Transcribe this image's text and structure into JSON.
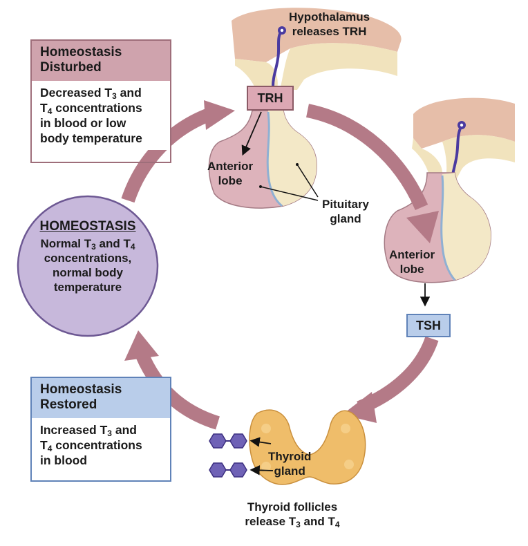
{
  "disturbed": {
    "title_line1": "Homeostasis",
    "title_line2": "Disturbed",
    "body_lines": [
      {
        "pre": "Decreased T",
        "sub": "3",
        "post": " and"
      },
      {
        "pre": "T",
        "sub": "4",
        "post": " concentrations"
      },
      {
        "pre": "in blood or low",
        "sub": "",
        "post": ""
      },
      {
        "pre": "body temperature",
        "sub": "",
        "post": ""
      }
    ]
  },
  "homeostasis": {
    "title": "HOMEOSTASIS",
    "body_lines": [
      {
        "pre": "Normal T",
        "sub": "3",
        "post": " and T",
        "sub2": "4"
      },
      {
        "pre": "concentrations,",
        "sub": "",
        "post": "",
        "sub2": ""
      },
      {
        "pre": "normal body",
        "sub": "",
        "post": "",
        "sub2": ""
      },
      {
        "pre": "temperature",
        "sub": "",
        "post": "",
        "sub2": ""
      }
    ]
  },
  "restored": {
    "title_line1": "Homeostasis",
    "title_line2": "Restored",
    "body_lines": [
      {
        "pre": "Increased T",
        "sub": "3",
        "post": " and"
      },
      {
        "pre": "T",
        "sub": "4",
        "post": " concentrations"
      },
      {
        "pre": "in blood",
        "sub": "",
        "post": ""
      }
    ]
  },
  "labels": {
    "hypothalamus_line1": "Hypothalamus",
    "hypothalamus_line2": "releases TRH",
    "trh": "TRH",
    "tsh": "TSH",
    "anterior_lobe_top_1": "Anterior",
    "anterior_lobe_top_2": "lobe",
    "pituitary_1": "Pituitary",
    "pituitary_2": "gland",
    "anterior_lobe_right_1": "Anterior",
    "anterior_lobe_right_2": "lobe",
    "thyroid_1": "Thyroid",
    "thyroid_2": "gland",
    "follicles_1": "Thyroid follicles",
    "follicles_2_pre": "release T",
    "follicles_2_sub1": "3",
    "follicles_2_mid": " and T",
    "follicles_2_sub2": "4"
  },
  "colors": {
    "disturbed_header": "#cfa3ad",
    "disturbed_border": "#9e6e7a",
    "homeostasis_fill": "#c7b8db",
    "homeostasis_border": "#6d5893",
    "restored_header": "#b9cdea",
    "restored_border": "#5f82b8",
    "cycle_arrow": "#b47a87",
    "trh_box": "#dca8b4",
    "tsh_box": "#b9cdea",
    "pituitary": "#ddb3bb",
    "thyroid": "#efbd6a",
    "molecule": "#6f62b6"
  }
}
